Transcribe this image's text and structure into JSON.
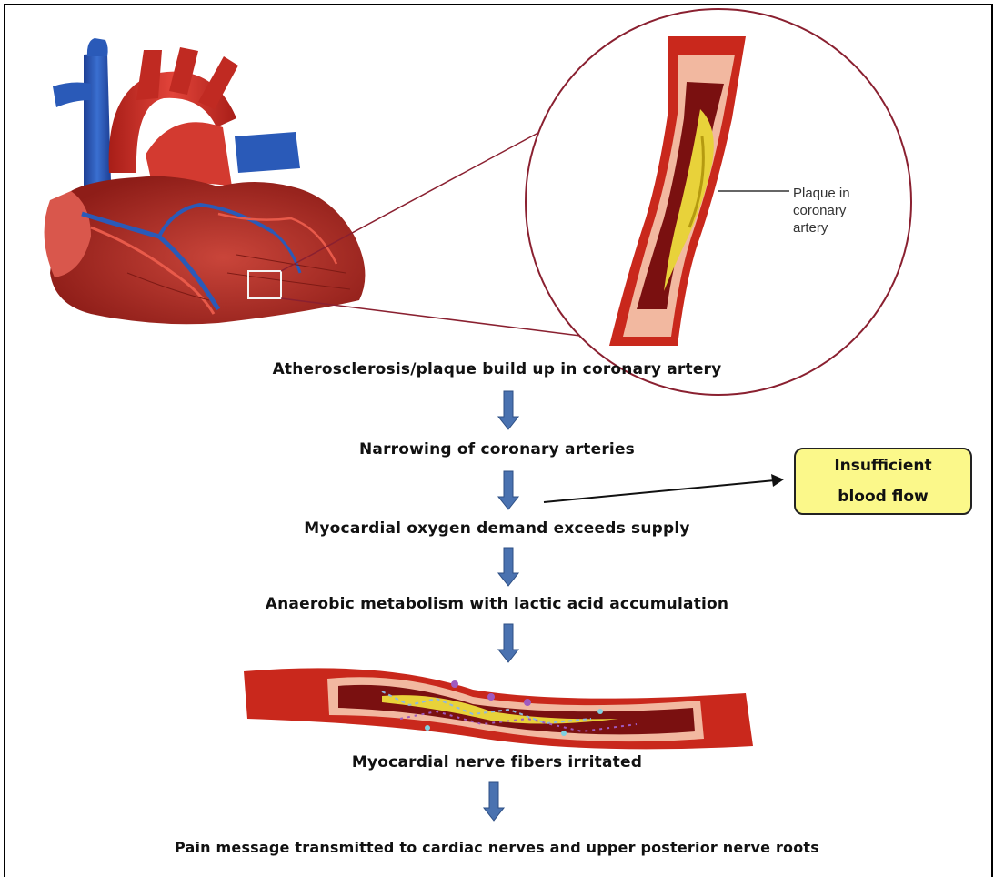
{
  "callout": {
    "plaque_lines": [
      "Plaque in",
      "coronary",
      "artery"
    ]
  },
  "flow": {
    "steps": [
      "Atherosclerosis/plaque build up in coronary artery",
      "Narrowing of coronary arteries",
      "Myocardial oxygen demand exceeds supply",
      "Anaerobic metabolism with lactic acid accumulation",
      "Myocardial nerve fibers irritated",
      "Pain message transmitted to cardiac nerves  and upper posterior nerve roots"
    ]
  },
  "side_box": {
    "lines": [
      "Insufficient",
      "blood flow"
    ],
    "fill_color": "#fbf88a"
  },
  "colors": {
    "arrow": "#4a72b0",
    "artery": "#c8281c",
    "vein": "#2a5ab8",
    "plaque": "#e8d23a"
  }
}
